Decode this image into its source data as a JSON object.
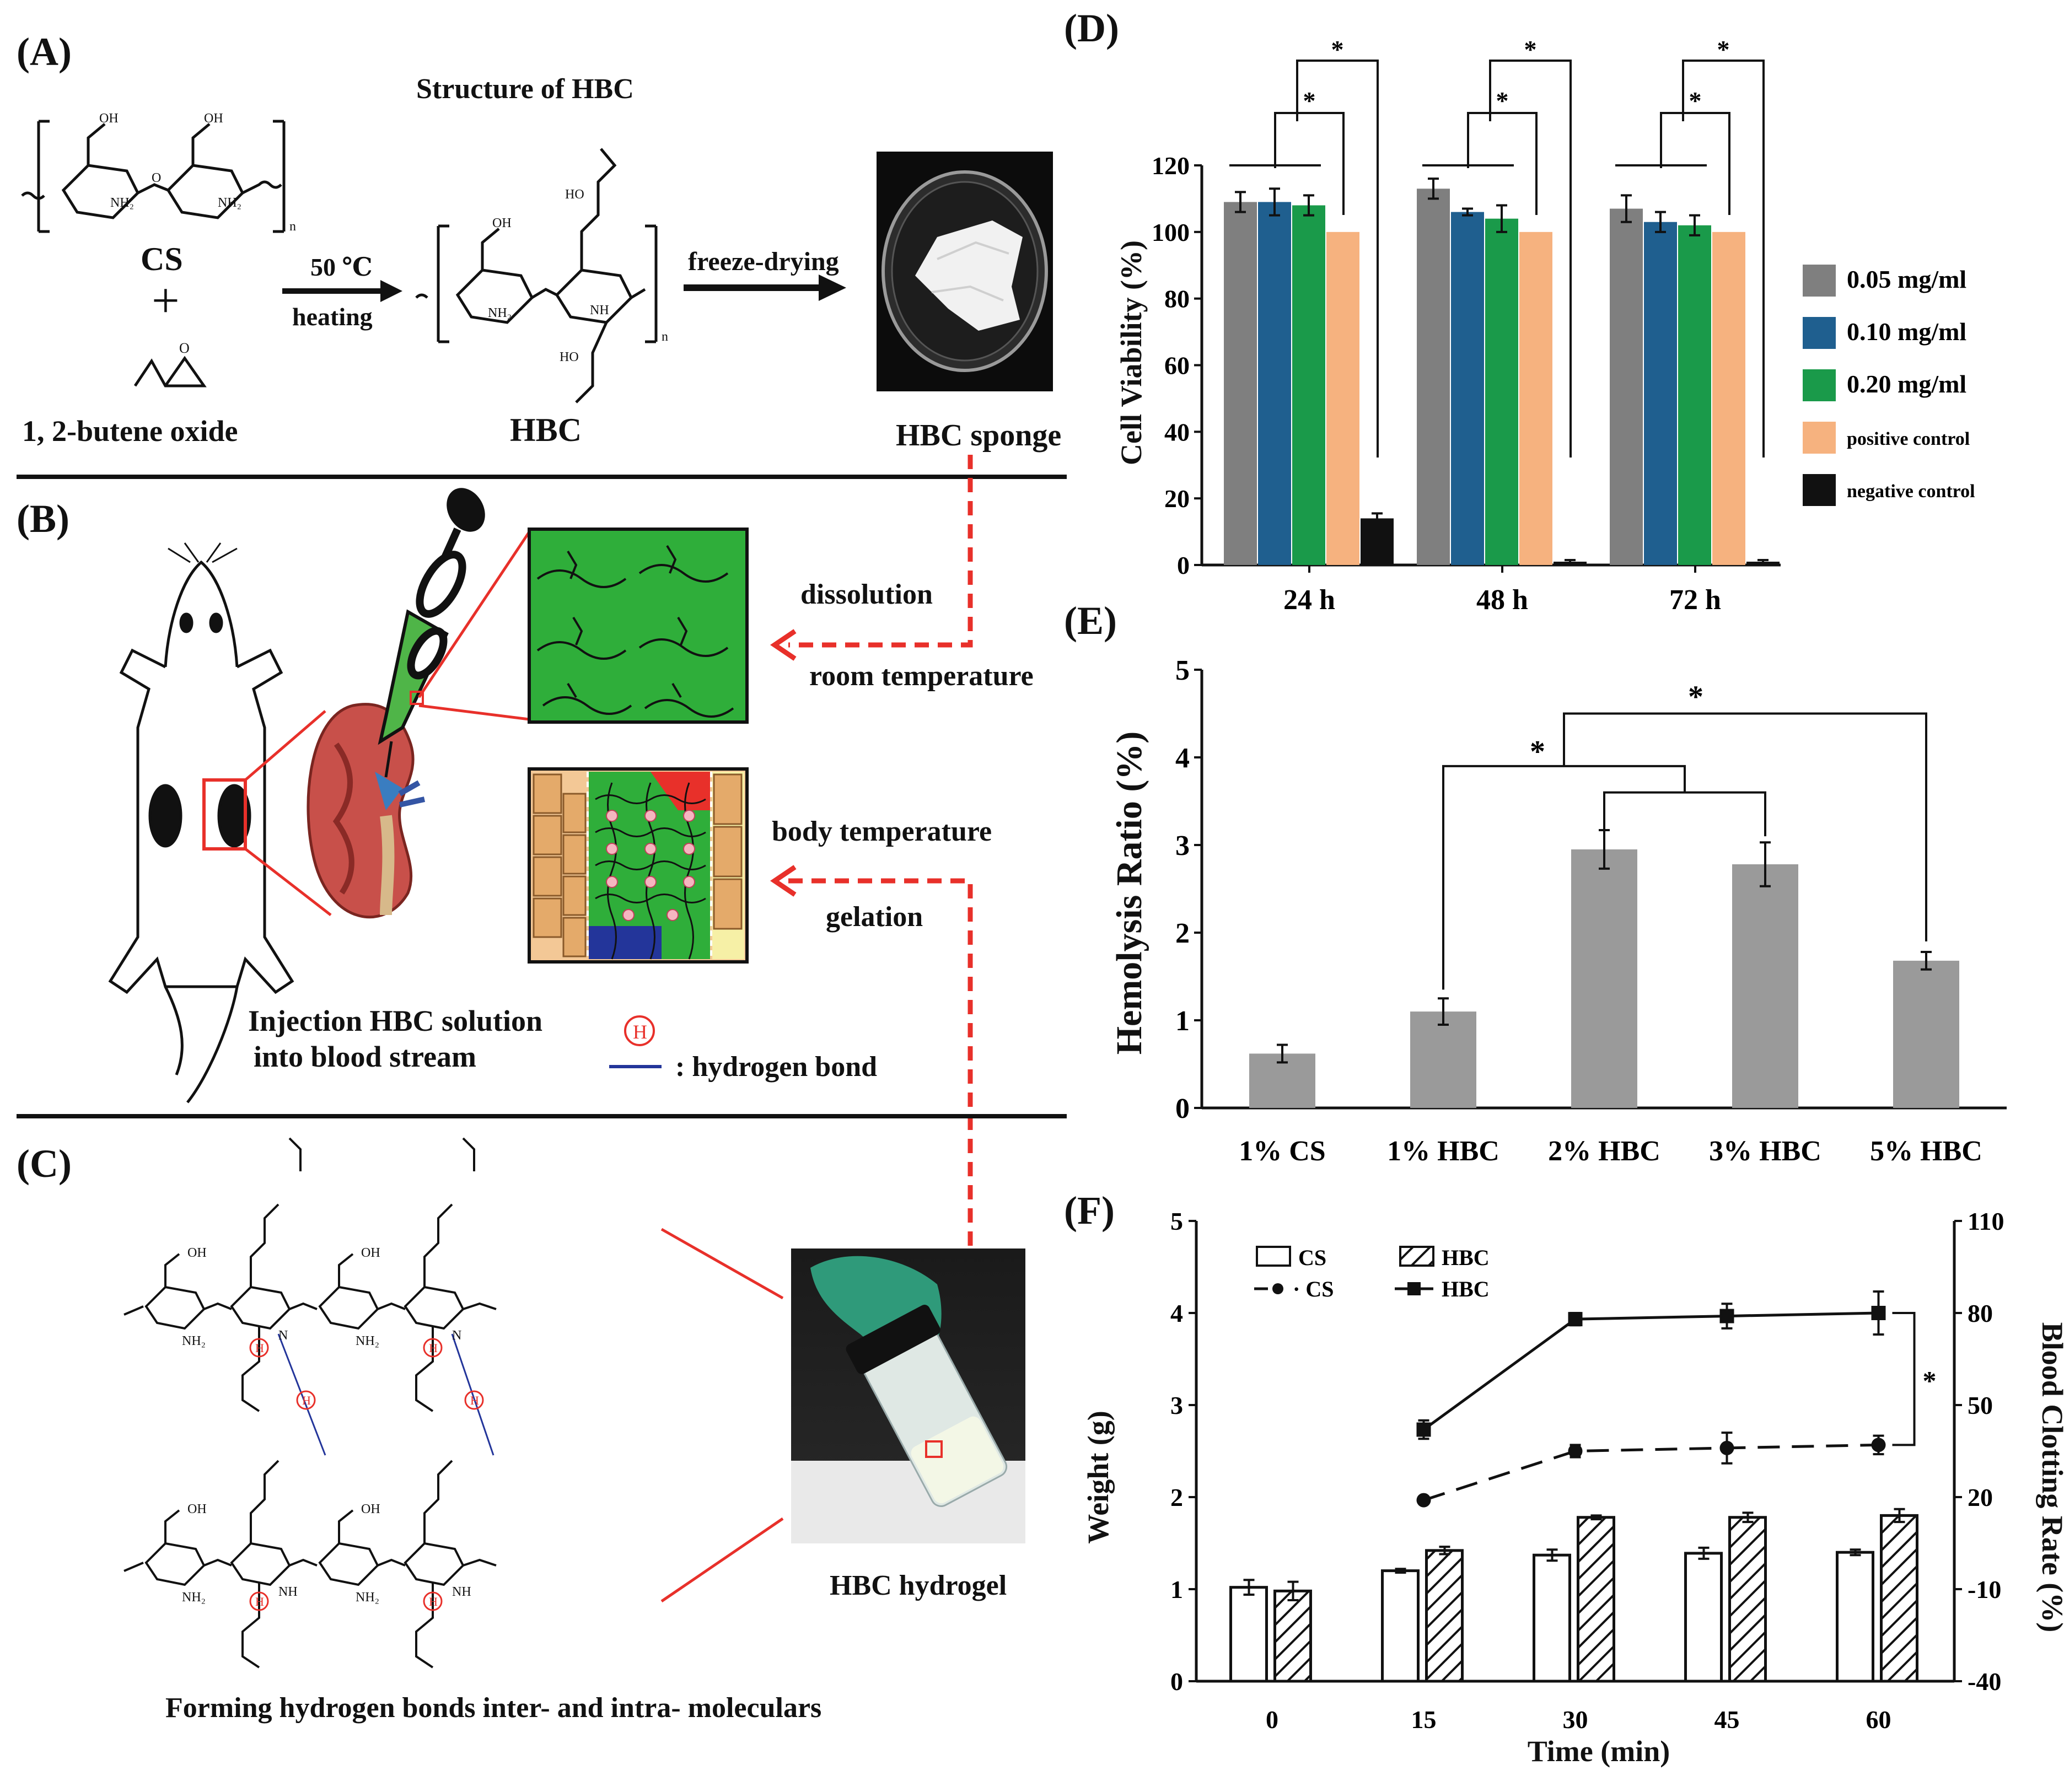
{
  "panels": {
    "A": {
      "label": "(A)",
      "title": "Structure of HBC",
      "cs": "CS",
      "plus": "+",
      "butene": "1, 2-butene oxide",
      "temp": "50 ℃",
      "heating": "heating",
      "freeze": "freeze-drying",
      "hbc": "HBC",
      "sponge": "HBC sponge",
      "chem": {
        "oh": "OH",
        "ho": "HO",
        "nh2": "NH₂",
        "nh": "NH",
        "o": "O",
        "n_sub": "n"
      }
    },
    "B": {
      "label": "(B)",
      "dissolution": "dissolution",
      "room": "room temperature",
      "body": "body temperature",
      "gelation": "gelation",
      "injection1": "Injection HBC solution",
      "injection2": "into blood stream",
      "h_symbol": "H",
      "hbond": ": hydrogen bond"
    },
    "C": {
      "label": "(C)",
      "hydrogel": "HBC hydrogel",
      "caption": "Forming hydrogen bonds inter- and intra- moleculars",
      "n": "N"
    },
    "D": {
      "label": "(D)",
      "ylabel": "Cell Viability (%)",
      "sig": "*",
      "legend": [
        "0.05 mg/ml",
        "0.10 mg/ml",
        "0.20 mg/ml",
        "positive control",
        "negative control"
      ]
    },
    "E": {
      "label": "(E)",
      "ylabel": "Hemolysis Ratio (%)",
      "sig": "*"
    },
    "F": {
      "label": "(F)",
      "ylabel_left": "Weight (g)",
      "ylabel_right": "Blood Clotting Rate (%)",
      "xlabel": "Time (min)",
      "sig": "*",
      "legend": {
        "bar_cs": "CS",
        "bar_hbc": "HBC",
        "line_cs": "· CS",
        "line_hbc": "HBC"
      }
    }
  },
  "colors": {
    "gray": "#7f7f7f",
    "blue": "#1f5f8f",
    "green": "#1a9a4a",
    "peach": "#f6b27f",
    "black": "#111111",
    "red": "#e8302a",
    "gel_green": "#2fae3a"
  },
  "chart_data": [
    {
      "id": "D",
      "type": "bar",
      "categories": [
        "24 h",
        "48 h",
        "72 h"
      ],
      "series": [
        {
          "name": "0.05 mg/ml",
          "color": "#7f7f7f",
          "values": [
            109,
            113,
            107
          ],
          "errors": [
            3,
            3,
            4
          ]
        },
        {
          "name": "0.10 mg/ml",
          "color": "#1f5f8f",
          "values": [
            109,
            106,
            103
          ],
          "errors": [
            4,
            1,
            3
          ]
        },
        {
          "name": "0.20 mg/ml",
          "color": "#1a9a4a",
          "values": [
            108,
            104,
            102
          ],
          "errors": [
            3,
            4,
            3
          ]
        },
        {
          "name": "positive control",
          "color": "#f6b27f",
          "values": [
            100,
            100,
            100
          ],
          "errors": [
            0,
            0,
            0
          ]
        },
        {
          "name": "negative control",
          "color": "#111111",
          "values": [
            14,
            1,
            1
          ],
          "errors": [
            1.5,
            0.5,
            0.5
          ]
        }
      ],
      "ylabel": "Cell Viability (%)",
      "ylim": [
        0,
        120
      ],
      "yticks": [
        0,
        20,
        40,
        60,
        80,
        100,
        120
      ],
      "legend_position": "right"
    },
    {
      "id": "E",
      "type": "bar",
      "categories": [
        "1% CS",
        "1% HBC",
        "2% HBC",
        "3% HBC",
        "5% HBC"
      ],
      "values": [
        0.62,
        1.1,
        2.95,
        2.78,
        1.68
      ],
      "errors": [
        0.1,
        0.15,
        0.22,
        0.25,
        0.1
      ],
      "ylabel": "Hemolysis Ratio (%)",
      "ylim": [
        0,
        5
      ],
      "yticks": [
        0,
        1,
        2,
        3,
        4,
        5
      ]
    },
    {
      "id": "F",
      "type": "bar",
      "categories": [
        "0",
        "15",
        "30",
        "45",
        "60"
      ],
      "xlabel": "Time (min)",
      "ylabel": "Weight (g)",
      "ylim": [
        0,
        5
      ],
      "yticks": [
        0,
        1,
        2,
        3,
        4,
        5
      ],
      "y2label": "Blood Clotting Rate (%)",
      "y2lim": [
        -40,
        110
      ],
      "y2ticks": [
        -40,
        -10,
        20,
        50,
        80,
        110
      ],
      "series": [
        {
          "name": "CS",
          "kind": "bar",
          "values": [
            1.02,
            1.2,
            1.37,
            1.39,
            1.4
          ],
          "errors": [
            0.08,
            0.02,
            0.06,
            0.06,
            0.03
          ]
        },
        {
          "name": "HBC",
          "kind": "bar-hatched",
          "values": [
            0.98,
            1.42,
            1.78,
            1.78,
            1.8
          ],
          "errors": [
            0.1,
            0.04,
            0.02,
            0.05,
            0.07
          ]
        },
        {
          "name": "CS",
          "kind": "line-dashed",
          "axis": "right",
          "x": [
            "15",
            "30",
            "45",
            "60"
          ],
          "values": [
            19,
            35,
            36,
            37
          ],
          "errors": [
            0,
            2,
            5,
            3
          ]
        },
        {
          "name": "HBC",
          "kind": "line",
          "axis": "right",
          "x": [
            "15",
            "30",
            "45",
            "60"
          ],
          "values": [
            42,
            78,
            79,
            80
          ],
          "errors": [
            3,
            2,
            4,
            7
          ]
        }
      ],
      "legend_position": "top-left"
    }
  ]
}
